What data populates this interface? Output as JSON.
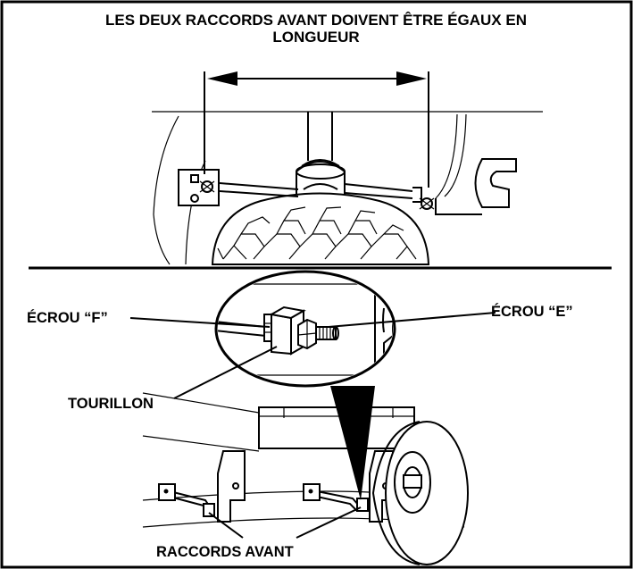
{
  "title": {
    "line1": "LES DEUX RACCORDS AVANT DOIVENT ÊTRE ÉGAUX EN",
    "line2": "LONGUEUR"
  },
  "labels": {
    "nut_f": "ÉCROU “F”",
    "nut_e": "ÉCROU “E”",
    "trunnion": "TOURILLON",
    "front_links": "RACCORDS AVANT"
  }
}
